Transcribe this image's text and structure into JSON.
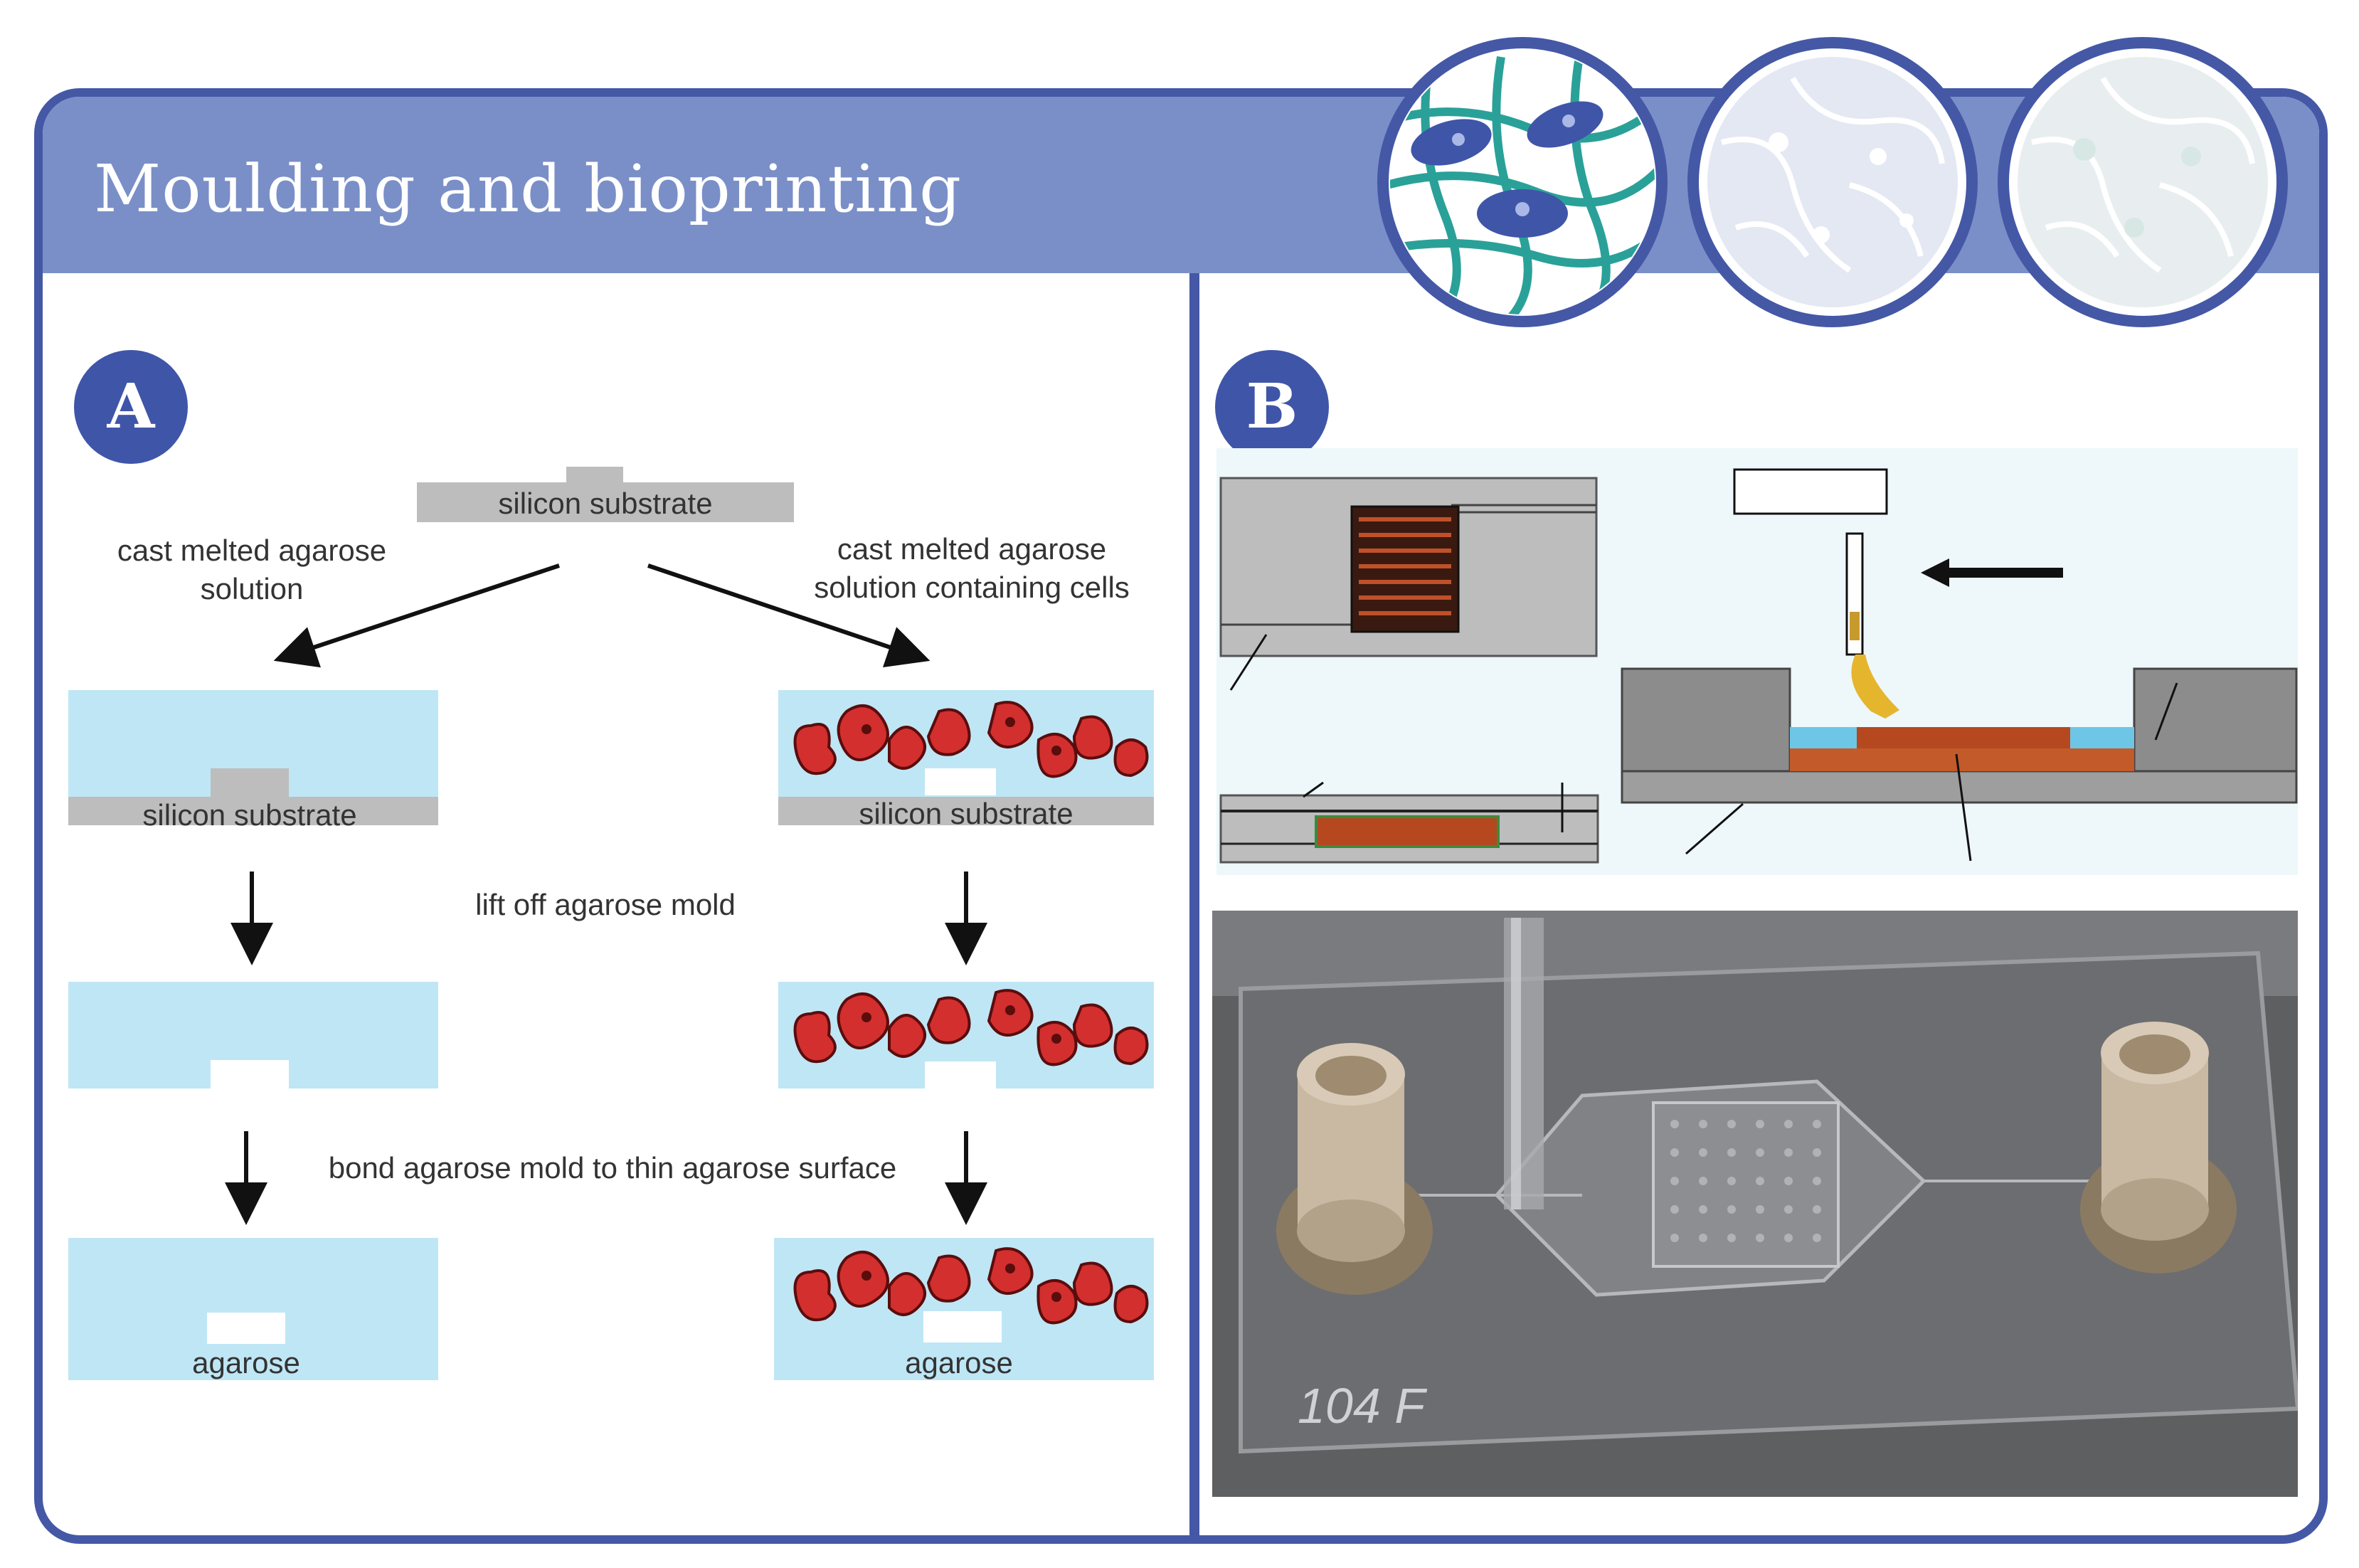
{
  "title": "Moulding and bioprinting",
  "panels": {
    "a": {
      "badge": "A",
      "labels": {
        "top_substrate": "silicon substrate",
        "left_step": "cast melted agarose solution",
        "left_step_line1": "cast melted agarose",
        "left_step_line2": "solution",
        "right_step": "cast melted agarose solution containing cells",
        "right_step_line1": "cast melted agarose",
        "right_step_line2": "solution containing cells",
        "left_substrate": "silicon substrate",
        "right_substrate": "silicon substrate",
        "lift_off": "lift off agarose mold",
        "bond": "bond agarose mold to thin agarose surface",
        "left_agarose": "agarose",
        "right_agarose": "agarose"
      }
    },
    "b": {
      "badge": "B",
      "photo_inscription": "104 F"
    }
  },
  "colors": {
    "frame": "#4458a6",
    "header": "#7a8fc7",
    "agarose": "#bfe6f5",
    "substrate": "#bdbdbd",
    "cells": "#d32f2f",
    "scaffold": "#2aa198"
  },
  "icons": [
    "scaffold-cells-icon",
    "spheroid-icon",
    "organoid-icon"
  ]
}
